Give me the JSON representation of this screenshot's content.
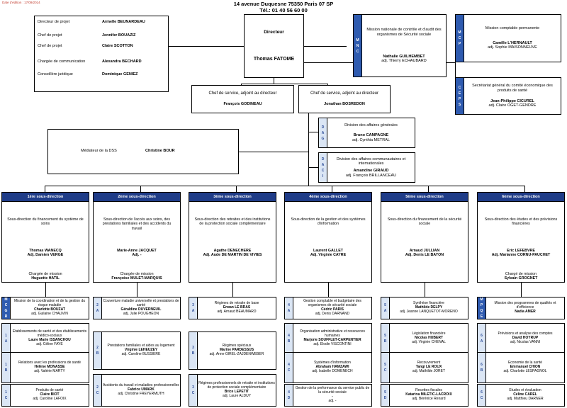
{
  "header": {
    "date_text": "Date d'édition : 17/09/2014",
    "address": "14 avenue Duquesne 75350 Paris 07 SP",
    "phone": "Tél.: 01 40 56 60 00"
  },
  "staff": [
    {
      "role": "Directeur de projet",
      "name": "Armelle BEUNARDEAU"
    },
    {
      "role": "Chef de projet",
      "name": "Jennifer BOUAZIZ"
    },
    {
      "role": "Chef de projet",
      "name": "Claire SCOTTON"
    },
    {
      "role": "Chargée de communication",
      "name": "Alexandra BECHARD"
    },
    {
      "role": "Conseillère juridique",
      "name": "Dominique GENIEZ"
    }
  ],
  "director": {
    "title": "Directeur",
    "name": "Thomas FATOME"
  },
  "mnc": {
    "label": [
      "M",
      "N",
      "C"
    ],
    "title": "Mission nationale de contrôle et d'audit des organismes de Sécurité sociale",
    "name": "Nathalie GUILHEMBET",
    "deputy": "adj. Thierry ECHAUBARD"
  },
  "mcp": {
    "label": [
      "M",
      "C",
      "P"
    ],
    "title": "Mission comptable permanente",
    "name": "Camille L'HERNAULT",
    "deputy": "adj. Sophie MAISONNEUVE"
  },
  "ceps": {
    "label": [
      "C",
      "E",
      "P",
      "S"
    ],
    "title": "Secrétariat général du comité économique des produits de santé",
    "name": "Jean-Philippe CICUREL",
    "deputy": "adj. Claire OGET-GENDRE"
  },
  "deputies": [
    {
      "title": "Chef de service, adjoint au directeur",
      "name": "François GODINEAU"
    },
    {
      "title": "Chef de service, adjoint au directeur",
      "name": "Jonathan BOSREDON"
    }
  ],
  "mediateur": {
    "role": "Médiateur de la DSS",
    "name": "Christine BOUR"
  },
  "dag": {
    "label": [
      "D",
      "A",
      "G"
    ],
    "title": "Division des affaires générales",
    "name": "Bruno CAMPAGNE",
    "deputy": "adj. Cynthia METRAL"
  },
  "daci": {
    "label": [
      "D",
      "A",
      "C",
      "I"
    ],
    "title": "Division des affaires communautaires et internationales",
    "name": "Amandine GIRAUD",
    "deputy": "adj. François BRILLANCEAU"
  },
  "subdirections": [
    {
      "header": "1ère sous-direction",
      "title": "Sous-direction du financement du système de soins",
      "head": "Thomas WANECQ",
      "deputy": "Adj. Damien VERGE",
      "mission_role": "Chargée de mission",
      "mission_name": "Huguette HATIL",
      "bureaux": [
        {
          "label": [
            "M",
            "C",
            "G",
            "R"
          ],
          "title": "Mission de la coordination et de la gestion du risque maladie",
          "name": "Charlotte BOUZAT",
          "deputy": "adj. Guilaine CHAUVIN"
        },
        {
          "label": [
            "1",
            "A"
          ],
          "title": "Etablissements de santé et des établissements médico-sociaux",
          "name": "Laure Marie ISSANCHOU",
          "deputy": "adj. Céline FAYE"
        },
        {
          "label": [
            "1",
            "B"
          ],
          "title": "Relations avec les professions de santé",
          "name": "Hélène MONASSE",
          "deputy": "adj. Valérie MARTY"
        },
        {
          "label": [
            "1",
            "C"
          ],
          "title": "Produits de santé",
          "name": "Claire BIOT",
          "deputy": "adj. Caroline LAFOIX"
        }
      ]
    },
    {
      "header": "2ème sous-direction",
      "title": "Sous-direction de l'accès aux soins, des prestations familiales et des accidents du travail",
      "head": "Marie-Anne JACQUET",
      "deputy": "Adj. -",
      "mission_role": "Chargée de mission",
      "mission_name": "Françoise MULET-MARQUIS",
      "bureaux": [
        {
          "label": [
            "2",
            "A"
          ],
          "title": "Couverture maladie universelle et prestations de santé",
          "name": "Géraldine DUVERNEUIL",
          "deputy": "adj. Julie POUGHEON"
        },
        {
          "label": [
            "2",
            "B"
          ],
          "title": "Prestations familiales et aides au logement",
          "name": "Virginie LEHEUZEY",
          "deputy": "adj. Caroline BUSSIERE"
        },
        {
          "label": [
            "2",
            "C"
          ],
          "title": "Accidents du travail et maladies professionnelles",
          "name": "Fabrice UMARK",
          "deputy": "adj. Christine FREYERMUTH"
        }
      ]
    },
    {
      "header": "3ème sous-direction",
      "title": "Sous-direction des retraites et des institutions de la protection sociale complémentaire",
      "head": "Agathe DENECHERE",
      "deputy": "Adj. Aude DE MARTIN DE VIVIES",
      "mission_role": "",
      "mission_name": "",
      "bureaux": [
        {
          "label": [
            "3",
            "A"
          ],
          "title": "Régimes de retraite de base",
          "name": "Erwan LE BRAS",
          "deputy": "adj. Arnaud BEAUMARD"
        },
        {
          "label": [
            "3",
            "B"
          ],
          "title": "Régimes spéciaux",
          "name": "Marine PARDESSUS",
          "deputy": "adj. Anne GIREL-ZAJDENWEBER"
        },
        {
          "label": [
            "3",
            "C"
          ],
          "title": "Régimes professionnels de retraite et institutions de protection sociale complémentaire",
          "name": "Brice LEPETIT",
          "deputy": "adj. Laure ALDUY"
        }
      ]
    },
    {
      "header": "4ème sous-direction",
      "title": "Sous-direction de la gestion et des systèmes d'information",
      "head": "Laurent GALLET",
      "deputy": "Adj. Virginie CAYRE",
      "mission_role": "",
      "mission_name": "",
      "bureaux": [
        {
          "label": [
            "4",
            "A"
          ],
          "title": "Gestion comptable et budgétaire des organismes de sécurité sociale",
          "name": "Cédric PARIS",
          "deputy": "adj. Denis DARNAND"
        },
        {
          "label": [
            "4",
            "B"
          ],
          "title": "Organisation administrative et ressources humaines",
          "name": "Marjorie SOUFFLET-CARPENTIER",
          "deputy": "adj. Elodie VISCONTINI"
        },
        {
          "label": [
            "4",
            "C"
          ],
          "title": "Systèmes d'information",
          "name": "Abraham HAMZAWI",
          "deputy": "adj. Isabelle DOMENECH"
        },
        {
          "label": [
            "4",
            "D"
          ],
          "title": "Gestion de la performance du service public de la sécurité sociale",
          "name": "-",
          "deputy": "adj. -"
        }
      ]
    },
    {
      "header": "5ème sous-direction",
      "title": "Sous-direction du financement de la sécurité sociale",
      "head": "Arnaud JULLIAN",
      "deputy": "Adj. Denis LE BAYON",
      "mission_role": "",
      "mission_name": "",
      "bureaux": [
        {
          "label": [
            "5",
            "A"
          ],
          "title": "Synthèse financière",
          "name": "Mathilde DELPY",
          "deputy": "adj. Jeanne LANQUETOT-MORENO"
        },
        {
          "label": [
            "5",
            "B"
          ],
          "title": "Législation financière",
          "name": "Nicolas HUBERT",
          "deputy": "adj. Virginie CHENAL"
        },
        {
          "label": [
            "5",
            "C"
          ],
          "title": "Recouvrement",
          "name": "Tangi LE ROUX",
          "deputy": "adj. Mathilde JORET"
        },
        {
          "label": [
            "5",
            "D"
          ],
          "title": "Recettes fiscales",
          "name": "Katarina MILETIC-LACROIX",
          "deputy": "adj. Bérénice Renard"
        }
      ]
    },
    {
      "header": "6ème sous-direction",
      "title": "Sous-direction des études et des prévisions financières",
      "head": "Eric LEFEBVRE",
      "deputy": "Adj. Marianne CORNU-PAUCHET",
      "mission_role": "Chargé de mission",
      "mission_name": "Sylvain GROGNET",
      "bureaux": [
        {
          "label": [
            "M",
            "P",
            "Q",
            "E"
          ],
          "title": "Mission des programmes de qualités et d'efficience",
          "name": "Nadia AMER",
          "deputy": ""
        },
        {
          "label": [
            "6",
            "A"
          ],
          "title": "Prévisions et analyse des comptes",
          "name": "David HOYRUP",
          "deputy": "adj. Nicolas VANNI"
        },
        {
          "label": [
            "6",
            "B"
          ],
          "title": "Economie de la santé",
          "name": "Emmanuel CHION",
          "deputy": "adj. Charlotte LESPAGNOL"
        },
        {
          "label": [
            "6",
            "C"
          ],
          "title": "Etudes et évaluation",
          "name": "Céline CAREL",
          "deputy": "adj. Matthieu DARNER"
        }
      ]
    }
  ]
}
